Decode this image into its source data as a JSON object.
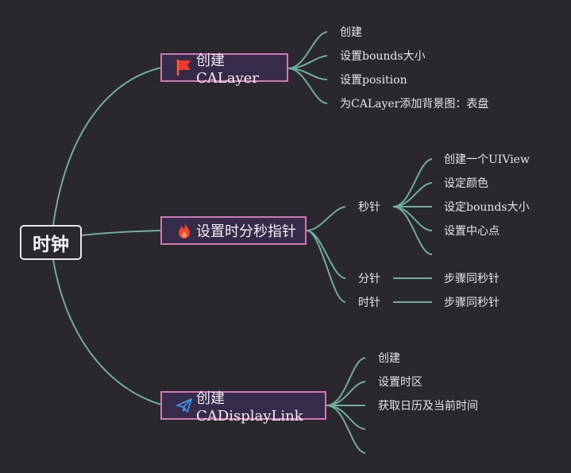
{
  "root": "时钟",
  "branches": [
    {
      "title": "创建CALayer",
      "icon": "red-flag-icon",
      "leaves": [
        "创建",
        "设置bounds大小",
        "设置position",
        "为CALayer添加背景图：表盘"
      ]
    },
    {
      "title": "设置时分秒指针",
      "icon": "fire-icon",
      "second": {
        "label": "秒针",
        "leaves": [
          "创建一个UIView",
          "设定颜色",
          "设定bounds大小",
          "设置中心点",
          ""
        ]
      },
      "minute": {
        "label": "分针",
        "leaf": "步骤同秒针"
      },
      "hour": {
        "label": "时针",
        "leaf": "步骤同秒针"
      }
    },
    {
      "title": "创建CADisplayLink",
      "icon": "paper-plane-icon",
      "leaves": [
        "创建",
        "设置时区",
        "获取日历及当前时间",
        "",
        ""
      ]
    }
  ],
  "colors": {
    "background": "#2b272e",
    "link": "#6fad9c",
    "branch_border": "#d178b4",
    "branch_fill": "#362b48"
  }
}
